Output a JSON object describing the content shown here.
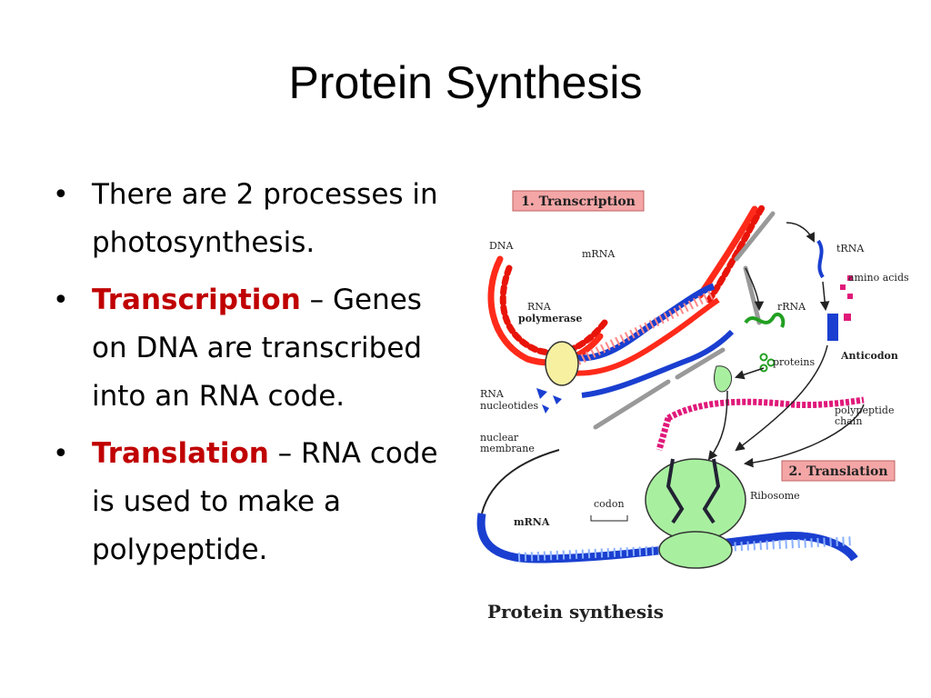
{
  "slide": {
    "title": "Protein Synthesis"
  },
  "bullets": [
    {
      "text": "There are 2 processes in photosynthesis."
    },
    {
      "keyword": "Transcription",
      "text": " – Genes on DNA are transcribed into an RNA code."
    },
    {
      "keyword": "Translation",
      "text": " – RNA code is used to make a polypeptide."
    }
  ],
  "diagram": {
    "caption": "Protein synthesis",
    "step1": "1. Transcription",
    "step2": "2. Translation",
    "labels": {
      "dna": "DNA",
      "mrna_top": "mRNA",
      "rna": "RNA",
      "polymerase": "polymerase",
      "rna_nuc_1": "RNA",
      "rna_nuc_2": "nucleotides",
      "nuclear_1": "nuclear",
      "nuclear_2": "membrane",
      "mrna_bottom": "mRNA",
      "codon": "codon",
      "ribosome": "Ribosome",
      "trna": "tRNA",
      "amino_acids": "amino acids",
      "rrna": "rRNA",
      "proteins": "proteins",
      "anticodon": "Anticodon",
      "polypeptide_1": "polypeptide",
      "polypeptide_2": "chain"
    },
    "colors": {
      "dna": "#ff2a1a",
      "mrna": "#1a3fd0",
      "polymerase": "#f7f0a0",
      "ribosome": "#a8f0a0",
      "polypeptide": "#e0197a",
      "rrna": "#22a022",
      "label_box": "#f4a6a6"
    }
  }
}
